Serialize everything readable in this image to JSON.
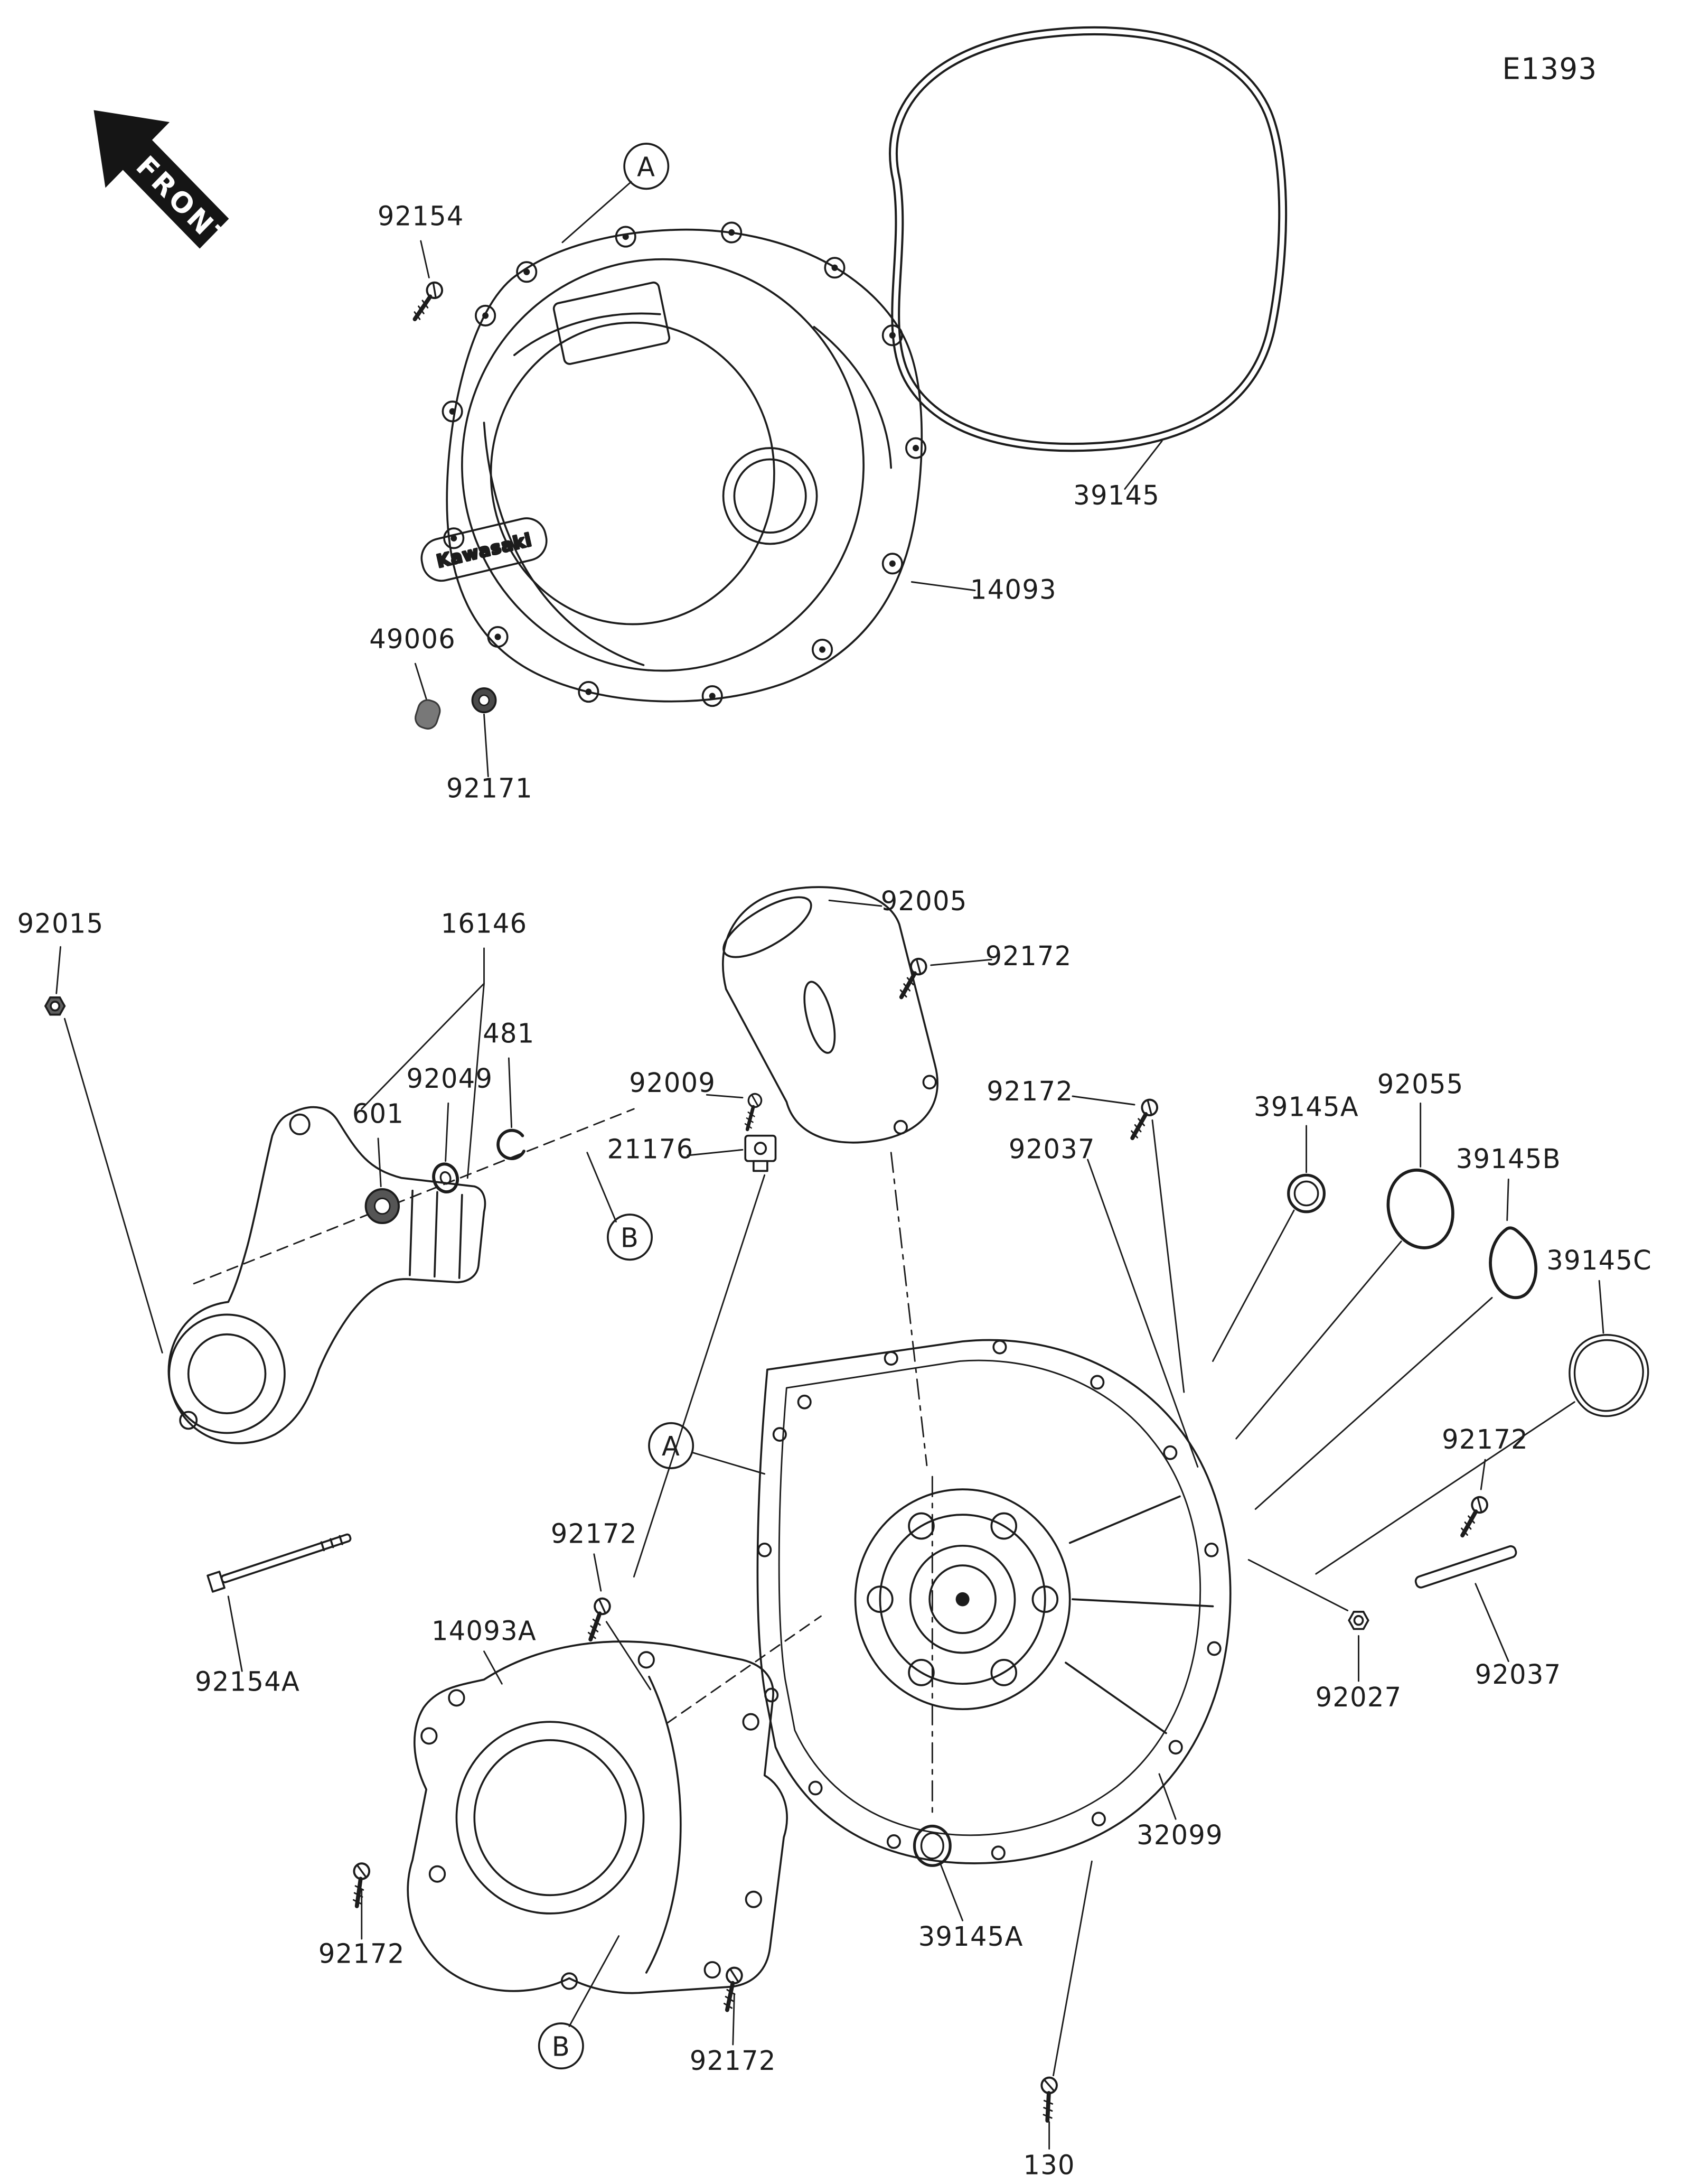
{
  "page": {
    "code": "E1393",
    "front_label": "FRONT",
    "brand_badge": "Kawasaki"
  },
  "callouts": {
    "a1": "A",
    "b1": "B",
    "a2": "A",
    "b2": "B"
  },
  "labels": {
    "p92154": "92154",
    "p39145": "39145",
    "p14093": "14093",
    "p49006": "49006",
    "p92171": "92171",
    "p92015": "92015",
    "p16146": "16146",
    "p481": "481",
    "p92049": "92049",
    "p601": "601",
    "p92005": "92005",
    "p92009": "92009",
    "p21176": "21176",
    "p92172_1": "92172",
    "p92172_2": "92172",
    "p92172_3": "92172",
    "p92172_4": "92172",
    "p92172_5": "92172",
    "p92172_6": "92172",
    "p92037_1": "92037",
    "p92037_2": "92037",
    "p39145A_1": "39145A",
    "p39145A_2": "39145A",
    "p92055": "92055",
    "p39145B": "39145B",
    "p39145C": "39145C",
    "p92154A": "92154A",
    "p14093A": "14093A",
    "p32099": "32099",
    "p92027": "92027",
    "p130": "130"
  }
}
